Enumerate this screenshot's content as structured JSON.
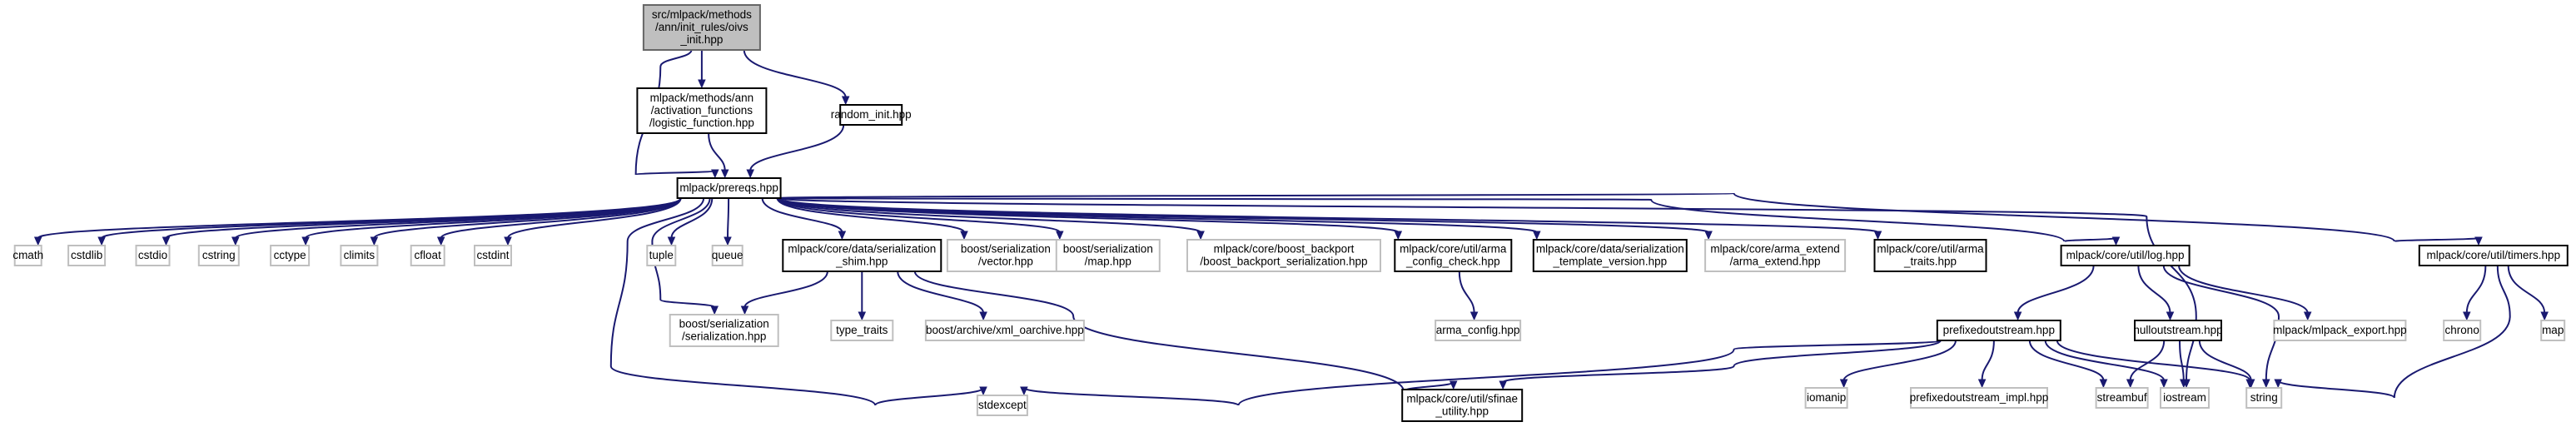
{
  "colors": {
    "edge": "#191970",
    "primary_border": "#000000",
    "secondary_border": "#bfbfbf",
    "focus_fill": "#bfbfbf",
    "focus_border": "#666666"
  },
  "nodes": [
    {
      "id": "oivs",
      "kind": "focus",
      "lines": [
        "src/mlpack/methods",
        "/ann/init_rules/oivs",
        "_init.hpp"
      ]
    },
    {
      "id": "logistic",
      "kind": "primary",
      "lines": [
        "mlpack/methods/ann",
        "/activation_functions",
        "/logistic_function.hpp"
      ]
    },
    {
      "id": "random_init",
      "kind": "primary",
      "lines": [
        "random_init.hpp"
      ]
    },
    {
      "id": "prereqs",
      "kind": "primary",
      "lines": [
        "mlpack/prereqs.hpp"
      ]
    },
    {
      "id": "cmath",
      "kind": "secondary",
      "lines": [
        "cmath"
      ]
    },
    {
      "id": "cstdlib",
      "kind": "secondary",
      "lines": [
        "cstdlib"
      ]
    },
    {
      "id": "cstdio",
      "kind": "secondary",
      "lines": [
        "cstdio"
      ]
    },
    {
      "id": "cstring",
      "kind": "secondary",
      "lines": [
        "cstring"
      ]
    },
    {
      "id": "cctype",
      "kind": "secondary",
      "lines": [
        "cctype"
      ]
    },
    {
      "id": "climits",
      "kind": "secondary",
      "lines": [
        "climits"
      ]
    },
    {
      "id": "cfloat",
      "kind": "secondary",
      "lines": [
        "cfloat"
      ]
    },
    {
      "id": "cstdint",
      "kind": "secondary",
      "lines": [
        "cstdint"
      ]
    },
    {
      "id": "tuple",
      "kind": "secondary",
      "lines": [
        "tuple"
      ]
    },
    {
      "id": "queue",
      "kind": "secondary",
      "lines": [
        "queue"
      ]
    },
    {
      "id": "shim",
      "kind": "primary",
      "lines": [
        "mlpack/core/data/serialization",
        "_shim.hpp"
      ]
    },
    {
      "id": "vector",
      "kind": "secondary",
      "lines": [
        "boost/serialization",
        "/vector.hpp"
      ]
    },
    {
      "id": "mapser",
      "kind": "secondary",
      "lines": [
        "boost/serialization",
        "/map.hpp"
      ]
    },
    {
      "id": "backport",
      "kind": "secondary",
      "lines": [
        "mlpack/core/boost_backport",
        "/boost_backport_serialization.hpp"
      ]
    },
    {
      "id": "arma_config_check",
      "kind": "primary",
      "lines": [
        "mlpack/core/util/arma",
        "_config_check.hpp"
      ]
    },
    {
      "id": "template_version",
      "kind": "primary",
      "lines": [
        "mlpack/core/data/serialization",
        "_template_version.hpp"
      ]
    },
    {
      "id": "arma_extend",
      "kind": "secondary",
      "lines": [
        "mlpack/core/arma_extend",
        "/arma_extend.hpp"
      ]
    },
    {
      "id": "arma_traits",
      "kind": "primary",
      "lines": [
        "mlpack/core/util/arma",
        "_traits.hpp"
      ]
    },
    {
      "id": "log",
      "kind": "primary",
      "lines": [
        "mlpack/core/util/log.hpp"
      ]
    },
    {
      "id": "timers",
      "kind": "primary",
      "lines": [
        "mlpack/core/util/timers.hpp"
      ]
    },
    {
      "id": "serialization",
      "kind": "secondary",
      "lines": [
        "boost/serialization",
        "/serialization.hpp"
      ]
    },
    {
      "id": "type_traits",
      "kind": "secondary",
      "lines": [
        "type_traits"
      ]
    },
    {
      "id": "xml_oarchive",
      "kind": "secondary",
      "lines": [
        "boost/archive/xml_oarchive.hpp"
      ]
    },
    {
      "id": "arma_config",
      "kind": "secondary",
      "lines": [
        "arma_config.hpp"
      ]
    },
    {
      "id": "prefixedoutstream",
      "kind": "primary",
      "lines": [
        "prefixedoutstream.hpp"
      ]
    },
    {
      "id": "nulloutstream",
      "kind": "primary",
      "lines": [
        "nulloutstream.hpp"
      ]
    },
    {
      "id": "mlpack_export",
      "kind": "secondary",
      "lines": [
        "mlpack/mlpack_export.hpp"
      ]
    },
    {
      "id": "chrono",
      "kind": "secondary",
      "lines": [
        "chrono"
      ]
    },
    {
      "id": "map",
      "kind": "secondary",
      "lines": [
        "map"
      ]
    },
    {
      "id": "stdexcept",
      "kind": "secondary",
      "lines": [
        "stdexcept"
      ]
    },
    {
      "id": "sfinae",
      "kind": "primary",
      "lines": [
        "mlpack/core/util/sfinae",
        "_utility.hpp"
      ]
    },
    {
      "id": "iomanip",
      "kind": "secondary",
      "lines": [
        "iomanip"
      ]
    },
    {
      "id": "prefixed_impl",
      "kind": "secondary",
      "lines": [
        "prefixedoutstream_impl.hpp"
      ]
    },
    {
      "id": "streambuf",
      "kind": "secondary",
      "lines": [
        "streambuf"
      ]
    },
    {
      "id": "iostream",
      "kind": "secondary",
      "lines": [
        "iostream"
      ]
    },
    {
      "id": "string",
      "kind": "secondary",
      "lines": [
        "string"
      ]
    }
  ],
  "edges": [
    [
      "oivs",
      "logistic"
    ],
    [
      "oivs",
      "random_init"
    ],
    [
      "oivs",
      "prereqs"
    ],
    [
      "logistic",
      "prereqs"
    ],
    [
      "random_init",
      "prereqs"
    ],
    [
      "prereqs",
      "cmath"
    ],
    [
      "prereqs",
      "cstdlib"
    ],
    [
      "prereqs",
      "cstdio"
    ],
    [
      "prereqs",
      "cstring"
    ],
    [
      "prereqs",
      "cctype"
    ],
    [
      "prereqs",
      "climits"
    ],
    [
      "prereqs",
      "cfloat"
    ],
    [
      "prereqs",
      "cstdint"
    ],
    [
      "prereqs",
      "tuple"
    ],
    [
      "prereqs",
      "queue"
    ],
    [
      "prereqs",
      "shim"
    ],
    [
      "prereqs",
      "vector"
    ],
    [
      "prereqs",
      "mapser"
    ],
    [
      "prereqs",
      "backport"
    ],
    [
      "prereqs",
      "arma_config_check"
    ],
    [
      "prereqs",
      "template_version"
    ],
    [
      "prereqs",
      "arma_extend"
    ],
    [
      "prereqs",
      "arma_traits"
    ],
    [
      "prereqs",
      "log"
    ],
    [
      "prereqs",
      "timers"
    ],
    [
      "prereqs",
      "serialization"
    ],
    [
      "prereqs",
      "stdexcept"
    ],
    [
      "prereqs",
      "iostream"
    ],
    [
      "shim",
      "serialization"
    ],
    [
      "shim",
      "type_traits"
    ],
    [
      "shim",
      "xml_oarchive"
    ],
    [
      "shim",
      "sfinae"
    ],
    [
      "arma_config_check",
      "arma_config"
    ],
    [
      "log",
      "prefixedoutstream"
    ],
    [
      "log",
      "nulloutstream"
    ],
    [
      "log",
      "mlpack_export"
    ],
    [
      "log",
      "string"
    ],
    [
      "timers",
      "chrono"
    ],
    [
      "timers",
      "map"
    ],
    [
      "timers",
      "string"
    ],
    [
      "prefixedoutstream",
      "stdexcept"
    ],
    [
      "prefixedoutstream",
      "sfinae"
    ],
    [
      "prefixedoutstream",
      "iomanip"
    ],
    [
      "prefixedoutstream",
      "prefixed_impl"
    ],
    [
      "prefixedoutstream",
      "streambuf"
    ],
    [
      "prefixedoutstream",
      "iostream"
    ],
    [
      "prefixedoutstream",
      "string"
    ],
    [
      "nulloutstream",
      "streambuf"
    ],
    [
      "nulloutstream",
      "iostream"
    ],
    [
      "nulloutstream",
      "string"
    ]
  ]
}
